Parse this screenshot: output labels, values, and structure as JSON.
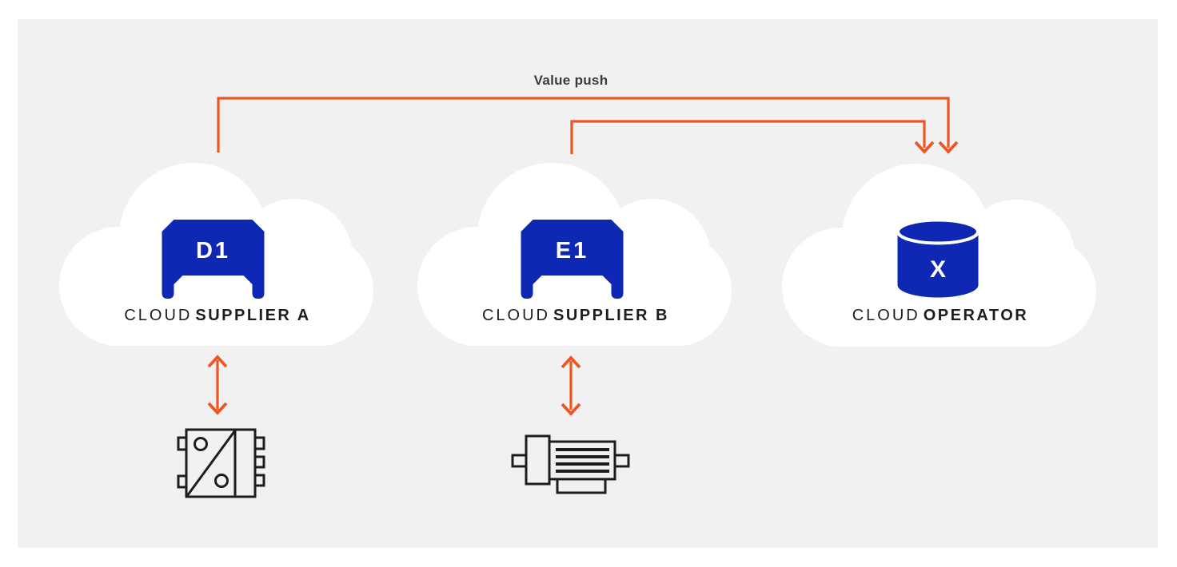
{
  "colors": {
    "page_bg": "#ffffff",
    "panel_bg": "#f1f1f2",
    "cloud_fill": "#ffffff",
    "node_blue": "#0e28b4",
    "flow_orange": "#ed5522",
    "ink": "#1d1d1b",
    "flow_label_ink": "#3a3a3a"
  },
  "flows": {
    "value_push": {
      "label": "Value push",
      "from": [
        "supplier_a",
        "supplier_b"
      ],
      "to": "operator"
    },
    "supplier_a_device_link": {
      "style": "double-headed-vertical-arrow"
    },
    "supplier_b_device_link": {
      "style": "double-headed-vertical-arrow"
    }
  },
  "nodes": {
    "supplier_a": {
      "device_code": "D1",
      "label_regular": "CLOUD",
      "label_bold": "SUPPLIER A",
      "icon": "bridge-device-icon"
    },
    "supplier_b": {
      "device_code": "E1",
      "label_regular": "CLOUD",
      "label_bold": "SUPPLIER B",
      "icon": "bridge-device-icon"
    },
    "operator": {
      "device_code": "X",
      "label_regular": "CLOUD",
      "label_bold": "OPERATOR",
      "icon": "database-icon"
    }
  },
  "field_devices": {
    "supplier_a_device": {
      "icon": "power-supply-icon"
    },
    "supplier_b_device": {
      "icon": "motor-icon"
    }
  }
}
